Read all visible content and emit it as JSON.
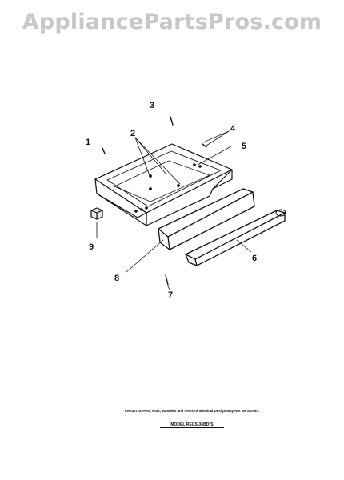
{
  "watermark": "AppliancePartsPros.com",
  "callouts": [
    {
      "id": "1",
      "text": "1"
    },
    {
      "id": "2",
      "text": "2"
    },
    {
      "id": "3",
      "text": "3"
    },
    {
      "id": "4",
      "text": "4"
    },
    {
      "id": "5",
      "text": "5"
    },
    {
      "id": "6",
      "text": "6"
    },
    {
      "id": "7",
      "text": "7"
    },
    {
      "id": "8",
      "text": "8"
    },
    {
      "id": "9",
      "text": "9"
    }
  ],
  "footnote": "Certain Screws, Nuts, Washers and Items of Identical Design May Not Be Shown.",
  "model": "MODEL REGS-36BD*S",
  "colors": {
    "line": "#111111",
    "watermark": "#c8c8c8"
  }
}
